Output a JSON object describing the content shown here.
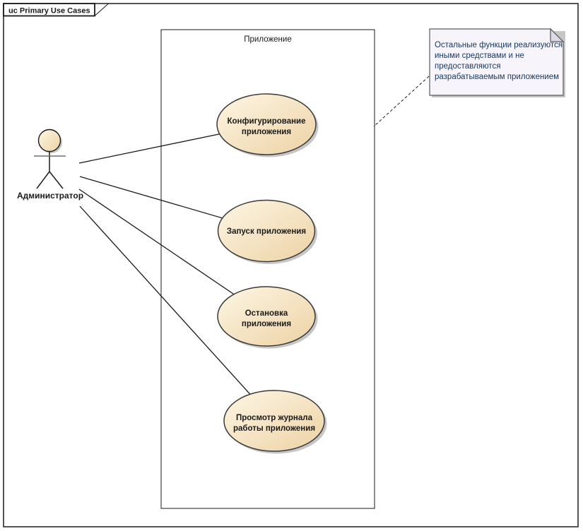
{
  "frame": {
    "label": "uc Primary Use Cases"
  },
  "system_boundary": {
    "label": "Приложение"
  },
  "actor": {
    "label": "Администратор"
  },
  "use_cases": [
    {
      "lines": [
        "Конфигурирование",
        "приложения"
      ]
    },
    {
      "lines": [
        "Запуск приложения"
      ]
    },
    {
      "lines": [
        "Остановка",
        "приложения"
      ]
    },
    {
      "lines": [
        "Просмотр журнала",
        "работы приложения"
      ]
    }
  ],
  "note": {
    "lines": [
      "Остальные функции реализуются",
      "иными средствами и не",
      "предоставляются",
      "разрабатываемым приложением"
    ]
  },
  "colors": {
    "usecase_fill_light": "#FDF6E4",
    "usecase_fill_dark": "#EDD2A4",
    "usecase_border": "#3a3a3a",
    "note_fill": "#F7F5FB",
    "note_fold": "#DDD9E6",
    "note_text": "#17375E",
    "shadow": "#C6C6C6",
    "line": "#1a1a1a"
  }
}
